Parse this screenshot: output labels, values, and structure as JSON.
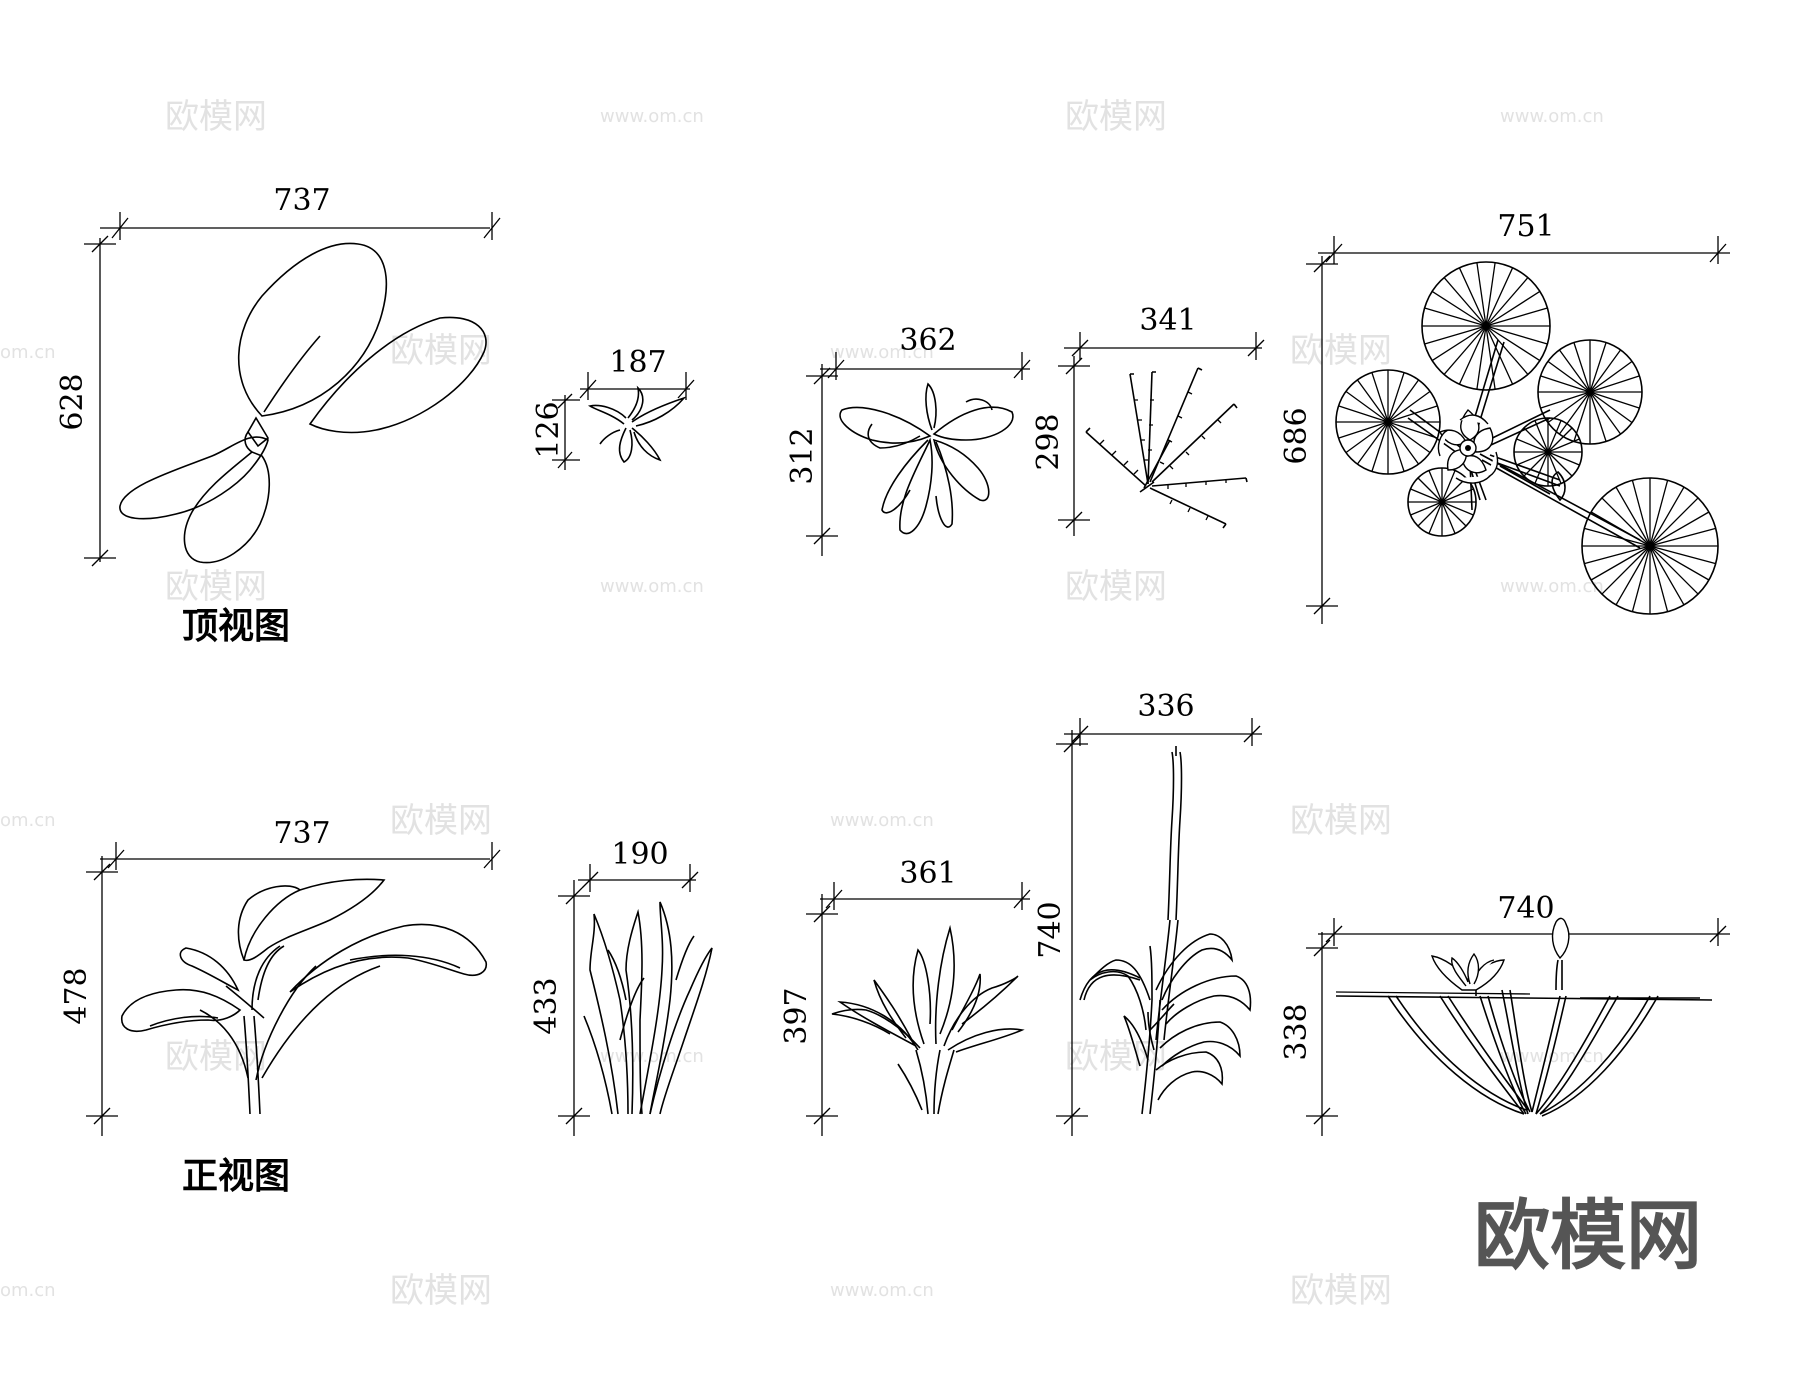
{
  "watermark": {
    "brand": "欧模网",
    "url": "www.om.cn",
    "url_partial": "om.cn"
  },
  "labels": {
    "top_view": "顶视图",
    "front_view": "正视图"
  },
  "top_view": {
    "banana_plant": {
      "width": "737",
      "height": "628"
    },
    "small_plant": {
      "width": "187",
      "height": "126"
    },
    "rosette_plant": {
      "width": "362",
      "height": "312"
    },
    "reed_plant": {
      "width": "341",
      "height": "298"
    },
    "lily_pads": {
      "width": "751",
      "height": "686"
    }
  },
  "front_view": {
    "banana_plant": {
      "width": "737",
      "height": "478"
    },
    "iris_plant": {
      "width": "190",
      "height": "433"
    },
    "grass_clump": {
      "width": "361",
      "height": "397"
    },
    "cattail": {
      "width": "336",
      "height": "740"
    },
    "water_lily": {
      "width": "740",
      "height": "338"
    }
  }
}
